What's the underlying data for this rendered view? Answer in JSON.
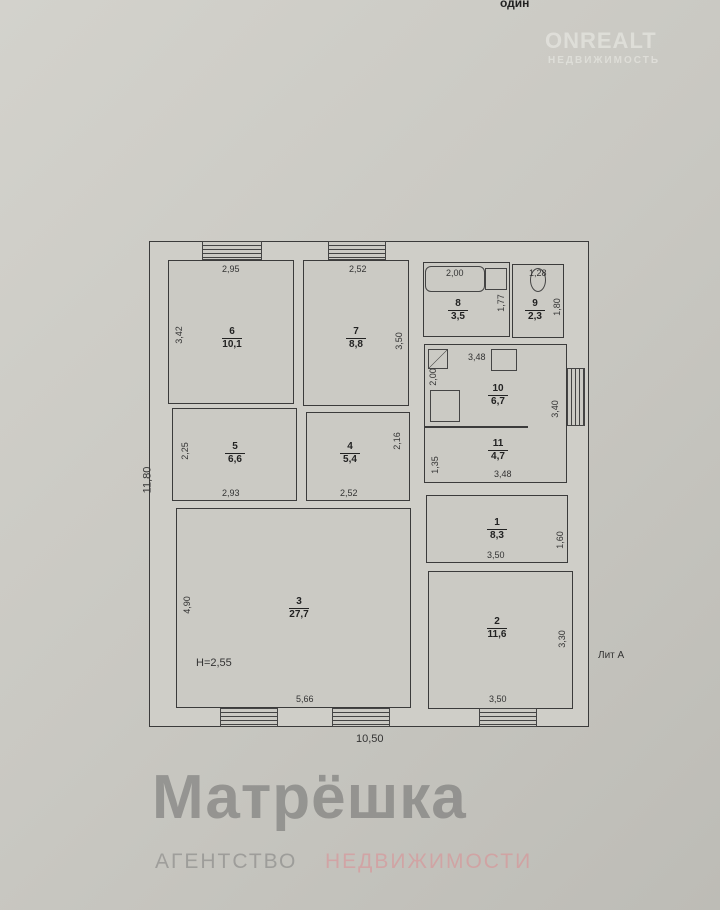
{
  "header_fragment": "один",
  "watermarks": {
    "onrealt": "ONREALT",
    "onrealt_sub": "НЕДВИЖИМОСТЬ",
    "matryoshka": "Матрёшка",
    "agency_a": "АГЕНТСТВО",
    "agency_b": "НЕДВИЖИМОСТИ"
  },
  "plan": {
    "overall_length": "10,50",
    "overall_width": "11,80",
    "height": "H=2,55",
    "letter": "Лит А",
    "rooms": [
      {
        "num": "1",
        "area": "8,3",
        "dims": [
          "3,50",
          "1,60"
        ]
      },
      {
        "num": "2",
        "area": "11,6",
        "dims": [
          "3,50",
          "3,30"
        ]
      },
      {
        "num": "3",
        "area": "27,7",
        "dims": [
          "5,66",
          "4,90"
        ]
      },
      {
        "num": "4",
        "area": "5,4",
        "dims": [
          "2,52",
          "2,16"
        ]
      },
      {
        "num": "5",
        "area": "6,6",
        "dims": [
          "2,93",
          "2,25"
        ]
      },
      {
        "num": "6",
        "area": "10,1",
        "dims": [
          "2,95",
          "3,42"
        ]
      },
      {
        "num": "7",
        "area": "8,8",
        "dims": [
          "2,52",
          "3,50"
        ]
      },
      {
        "num": "8",
        "area": "3,5",
        "dims": [
          "2,00",
          "1,77"
        ]
      },
      {
        "num": "9",
        "area": "2,3",
        "dims": [
          "1,28",
          "1,80"
        ]
      },
      {
        "num": "10",
        "area": "6,7",
        "dims": [
          "3,48",
          "3,40",
          "2,00"
        ]
      },
      {
        "num": "11",
        "area": "4,7",
        "dims": [
          "3,48",
          "1,35"
        ]
      }
    ]
  }
}
